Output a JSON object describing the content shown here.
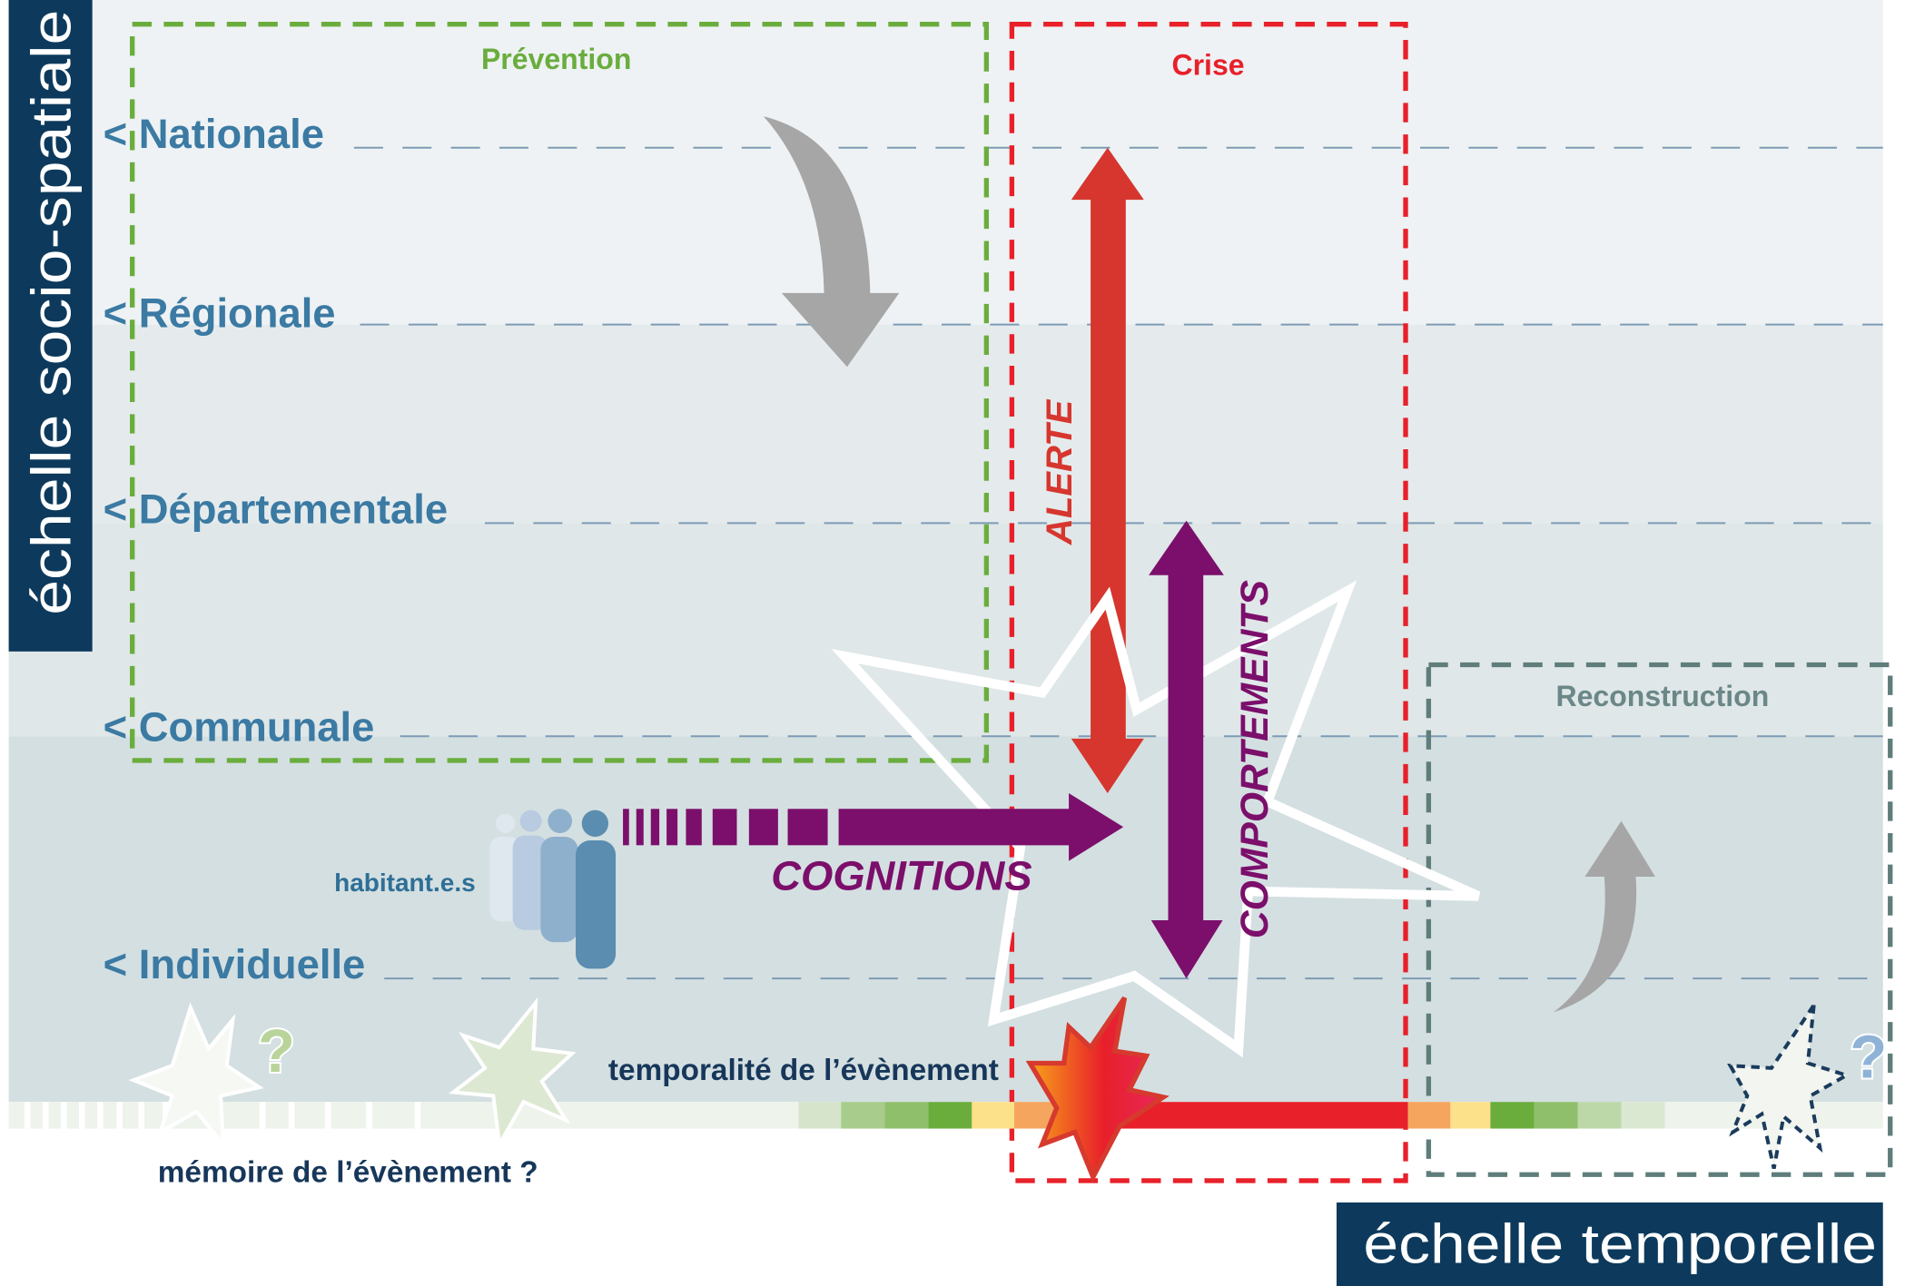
{
  "vertical_axis": {
    "label": "échelle socio-spatiale"
  },
  "horizontal_axis": {
    "label": "échelle temporelle"
  },
  "levels": [
    "< Nationale",
    "< Régionale",
    "< Départementale",
    "< Communale",
    "< Individuelle"
  ],
  "phases": {
    "prevention": "Prévention",
    "crisis": "Crise",
    "reconstruction": "Reconstruction"
  },
  "arrows": {
    "alert": "ALERTE",
    "behaviours": "COMPORTEMENTS",
    "cognitions": "COGNITIONS"
  },
  "actors": {
    "inhabitants": "habitant.e.s"
  },
  "timeline": {
    "event_temporality": "temporalité de l’évènement",
    "event_memory": "mémoire de l’évènement ?",
    "question_mark_past": "?",
    "question_mark_future": "?"
  },
  "colors": {
    "navy": "#0d3a5c",
    "level_blue": "#3b7aa3",
    "prevention_green": "#6aad3d",
    "crisis_red": "#e8202a",
    "alert_red": "#d6362e",
    "reconstruction_gray": "#5f7d7b",
    "purple": "#7b0f6b",
    "arrow_gray": "#a6a6a6"
  }
}
